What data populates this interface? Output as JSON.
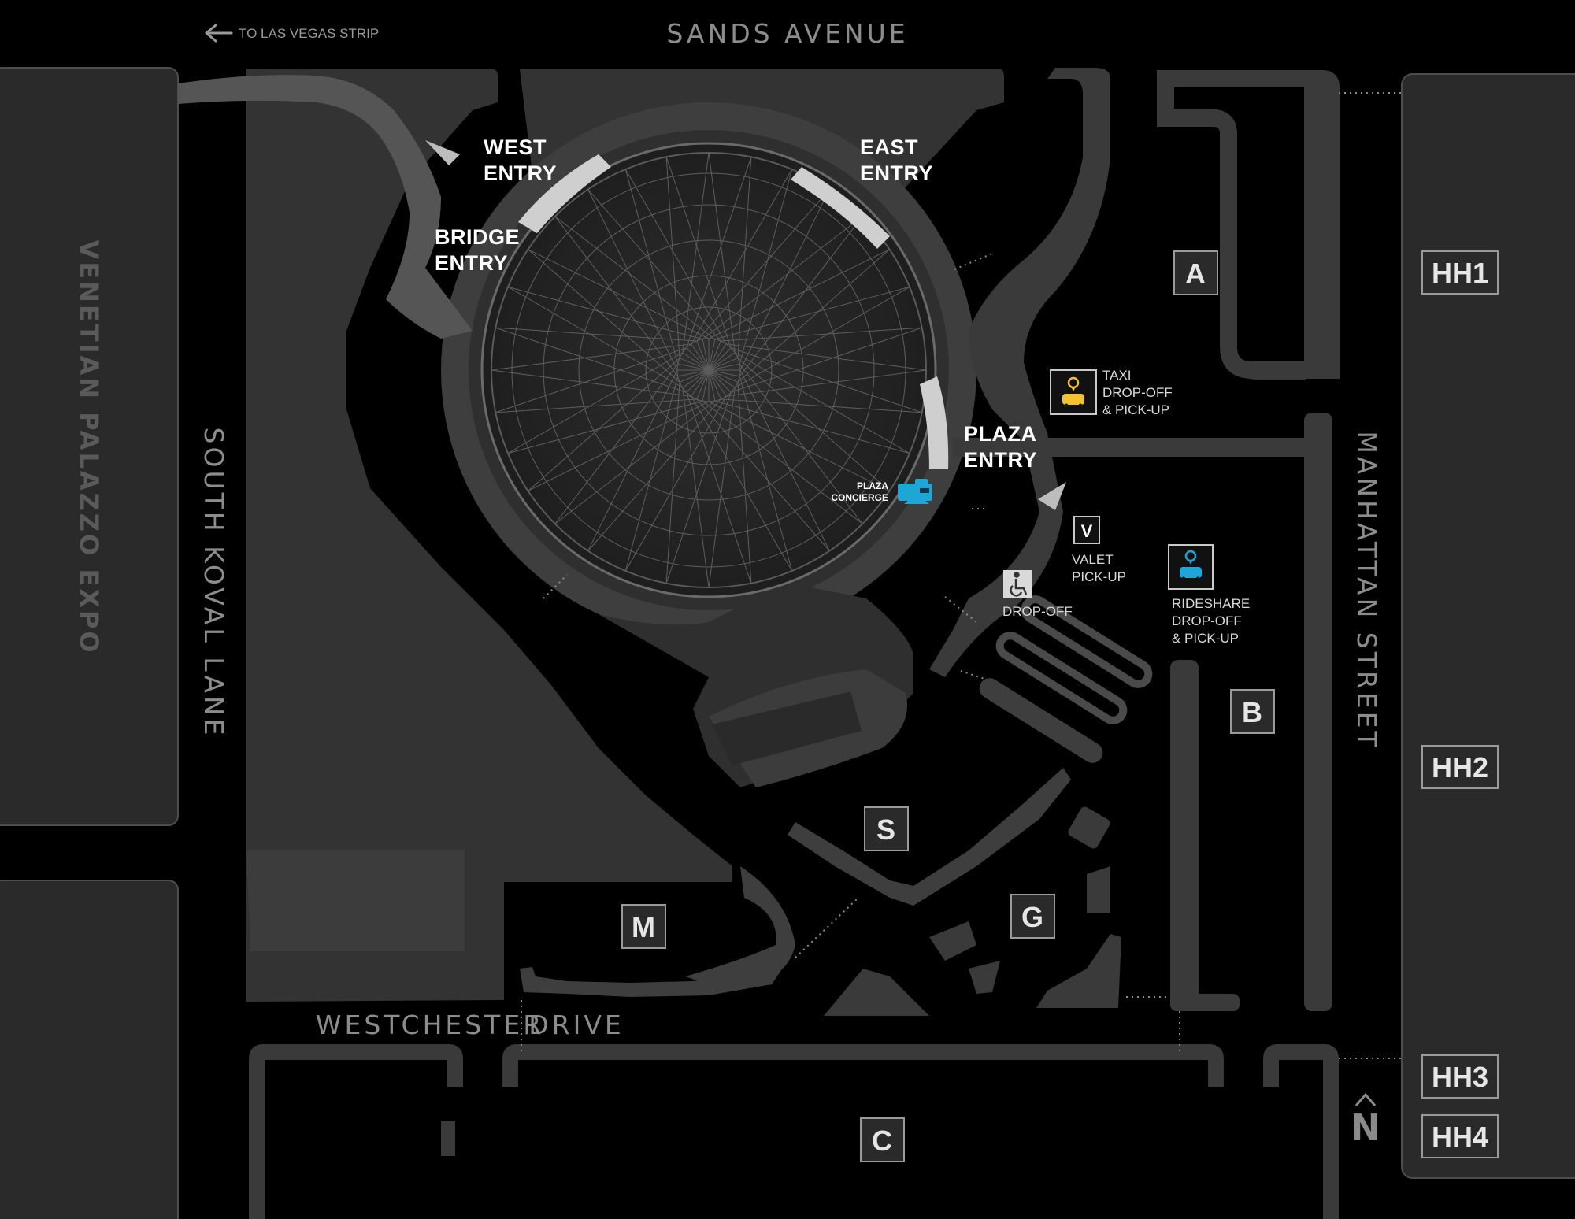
{
  "streets": {
    "north": "SANDS AVENUE",
    "west": "SOUTH KOVAL LANE",
    "east": "MANHATTAN STREET",
    "south_1": "WESTCHESTER",
    "south_2": "DRIVE"
  },
  "neighbor": "VENETIAN PALAZZO EXPO",
  "directions": {
    "to_strip": "TO LAS VEGAS STRIP"
  },
  "entries": {
    "west_1": "WEST",
    "west_2": "ENTRY",
    "east_1": "EAST",
    "east_2": "ENTRY",
    "bridge_1": "BRIDGE",
    "bridge_2": "ENTRY",
    "plaza_1": "PLAZA",
    "plaza_2": "ENTRY"
  },
  "concierge": {
    "line1": "PLAZA",
    "line2": "CONCIERGE"
  },
  "services": {
    "taxi": [
      "TAXI",
      "DROP-OFF",
      "& PICK-UP"
    ],
    "valet_badge": "V",
    "valet": [
      "VALET",
      "PICK-UP"
    ],
    "accessible": "DROP-OFF",
    "rideshare": [
      "RIDESHARE",
      "DROP-OFF",
      "& PICK-UP"
    ]
  },
  "lots": {
    "A": "A",
    "B": "B",
    "C": "C",
    "S": "S",
    "G": "G",
    "M": "M",
    "HH1": "HH1",
    "HH2": "HH2",
    "HH3": "HH3",
    "HH4": "HH4"
  },
  "north_arrow": "N",
  "colors": {
    "background": "#000000",
    "block": "#2b2b2b",
    "site": "#3a3a3a",
    "road": "#4a4a4a",
    "dome": "#5a5a5a",
    "taxi": "#f2c230",
    "rideshare": "#1ea7d6"
  }
}
